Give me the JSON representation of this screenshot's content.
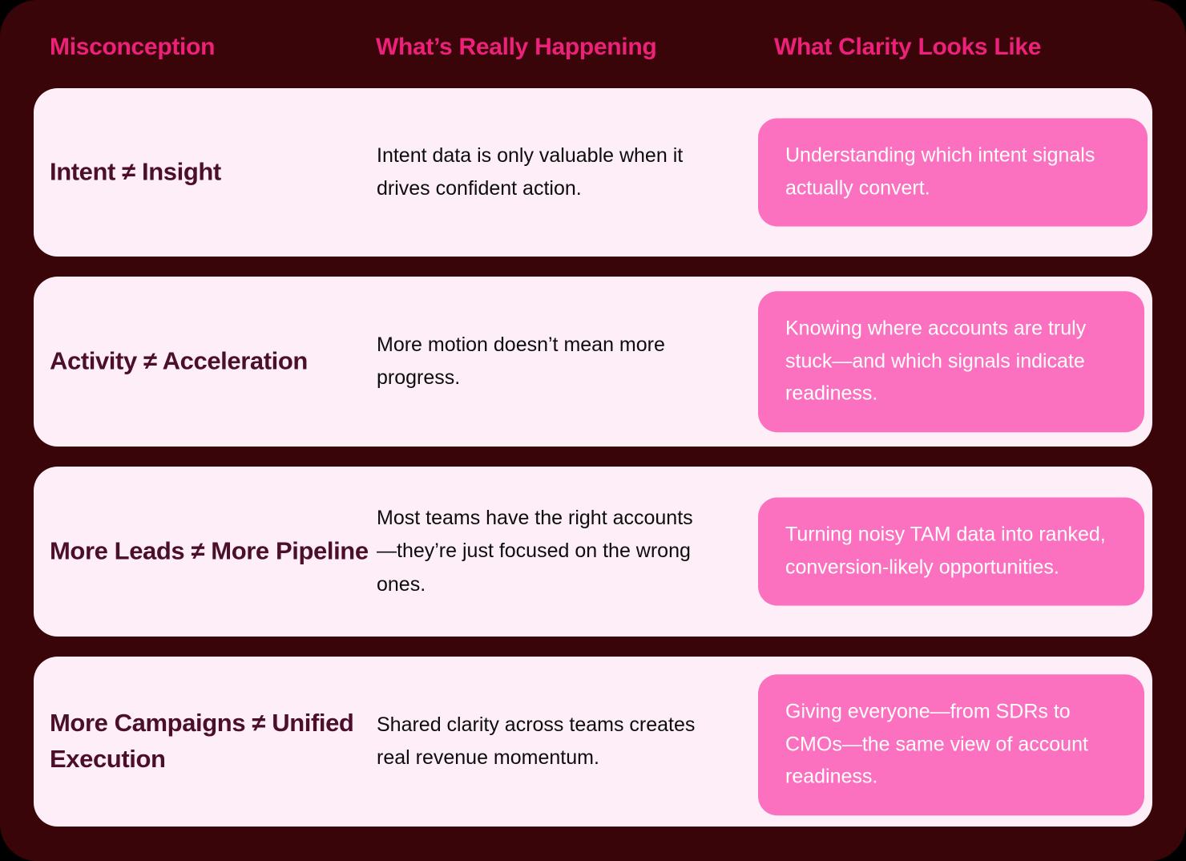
{
  "theme": {
    "background": "#3A0508",
    "row_card_bg": "#FDEEF7",
    "accent_pink": "#FB70BF",
    "header_pink": "#ED2179",
    "title_maroon": "#4B0F2B",
    "body_text": "#0D0D0D",
    "clarity_text": "#FFFFFF"
  },
  "headers": {
    "col1": "Misconception",
    "col2": "What’s Really Happening",
    "col3": "What Clarity Looks Like"
  },
  "rows": [
    {
      "misconception": "Intent ≠ Insight",
      "happening": "Intent data is only valuable when it drives confident action.",
      "clarity": "Understanding which intent signals actually convert."
    },
    {
      "misconception": "Activity ≠ Acceleration",
      "happening": "More motion doesn’t mean more progress.",
      "clarity": "Knowing where accounts are truly stuck—and which signals indicate readiness."
    },
    {
      "misconception": "More Leads ≠ More Pipeline",
      "happening": "Most teams have the right accounts—they’re just focused on the wrong ones.",
      "clarity": "Turning noisy TAM data into ranked, conversion-likely opportunities."
    },
    {
      "misconception": "More Campaigns ≠ Unified Execution",
      "happening": "Shared clarity across teams creates real revenue momentum.",
      "clarity": "Giving everyone—from SDRs to CMOs—the same view of account readiness."
    }
  ]
}
